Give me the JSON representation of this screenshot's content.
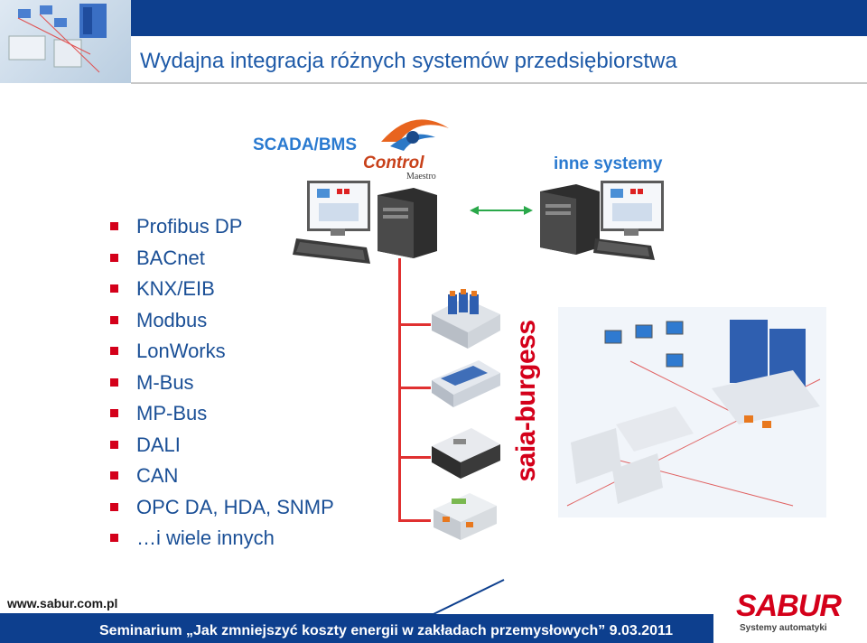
{
  "slide": {
    "title": "Wydajna integracja różnych systemów przedsiębiorstwa"
  },
  "diagram": {
    "scada_label": "SCADA/BMS",
    "other_systems_label": "inne systemy",
    "control_logo_text": "Control",
    "control_logo_subtext": "Maestro",
    "saia_logo_text": "saia-burgess"
  },
  "protocols": [
    "Profibus DP",
    "BACnet",
    "KNX/EIB",
    "Modbus",
    "LonWorks",
    "M-Bus",
    "MP-Bus",
    "DALI",
    "CAN",
    "OPC DA, HDA, SNMP",
    "…i wiele innych"
  ],
  "footer": {
    "url": "www.sabur.com.pl",
    "seminar": "Seminarium „Jak zmniejszyć koszty energii w zakładach przemysłowych” 9.03.2011",
    "logo_text": "SABUR",
    "logo_subtext": "Systemy automatyki"
  },
  "colors": {
    "header_blue": "#0d3f8e",
    "title_blue": "#1e5aa8",
    "accent_red": "#d4001a",
    "link_green": "#2aa84a"
  }
}
